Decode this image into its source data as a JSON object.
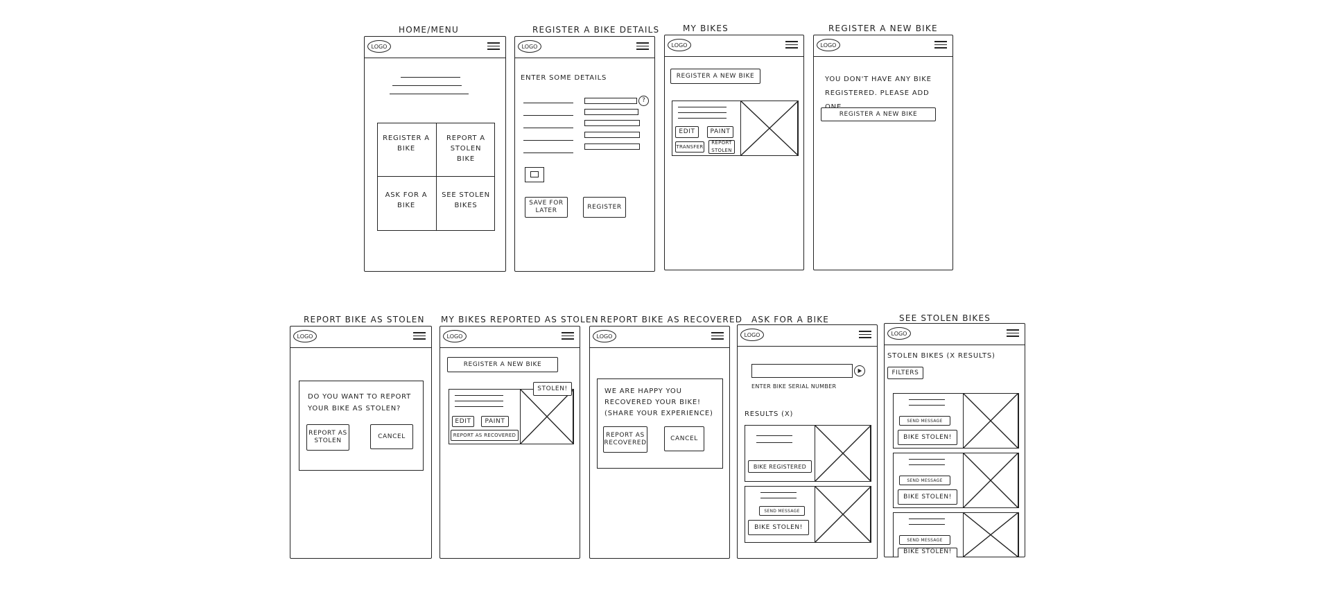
{
  "screens": {
    "home": {
      "title": "HOME/MENU",
      "logo": "LOGO",
      "tiles": [
        "REGISTER A BIKE",
        "REPORT A STOLEN BIKE",
        "ASK FOR A BIKE",
        "SEE STOLEN BIKES"
      ]
    },
    "register_details": {
      "title": "REGISTER A BIKE DETAILS",
      "logo": "LOGO",
      "heading": "ENTER SOME DETAILS",
      "help": "?",
      "save_label": "SAVE FOR LATER",
      "register_label": "REGISTER"
    },
    "my_bikes": {
      "title": "MY BIKES",
      "logo": "LOGO",
      "register_new": "REGISTER A NEW BIKE",
      "edit": "EDIT",
      "paint": "PAINT",
      "transfer": "TRANSFER",
      "report_stolen": "REPORT STOLEN"
    },
    "register_new": {
      "title": "REGISTER A NEW BIKE",
      "logo": "LOGO",
      "message": "YOU DON'T HAVE ANY BIKE REGISTERED. PLEASE ADD ONE.",
      "register_new": "REGISTER A NEW BIKE"
    },
    "report_stolen": {
      "title": "REPORT BIKE AS STOLEN",
      "logo": "LOGO",
      "question": "DO YOU WANT TO REPORT YOUR BIKE AS STOLEN?",
      "confirm": "REPORT AS STOLEN",
      "cancel": "CANCEL"
    },
    "reported_stolen": {
      "title": "MY BIKES REPORTED AS STOLEN",
      "logo": "LOGO",
      "register_new": "REGISTER A NEW BIKE",
      "badge": "STOLEN!",
      "edit": "EDIT",
      "paint": "PAINT",
      "recovered": "REPORT AS RECOVERED"
    },
    "report_recovered": {
      "title": "REPORT BIKE AS RECOVERED",
      "logo": "LOGO",
      "message": "WE ARE HAPPY YOU RECOVERED YOUR BIKE! (SHARE YOUR EXPERIENCE)",
      "confirm": "REPORT AS RECOVERED",
      "cancel": "CANCEL"
    },
    "ask_bike": {
      "title": "ASK FOR A BIKE",
      "logo": "LOGO",
      "search_hint": "ENTER BIKE SERIAL NUMBER",
      "results": "RESULTS (X)",
      "status_registered": "BIKE REGISTERED",
      "send_message": "SEND MESSAGE",
      "status_stolen": "BIKE STOLEN!"
    },
    "see_stolen": {
      "title": "SEE STOLEN BIKES",
      "logo": "LOGO",
      "heading": "STOLEN BIKES (X RESULTS)",
      "filters": "FILTERS",
      "send_message": "SEND MESSAGE",
      "status_stolen": "BIKE STOLEN!"
    }
  }
}
